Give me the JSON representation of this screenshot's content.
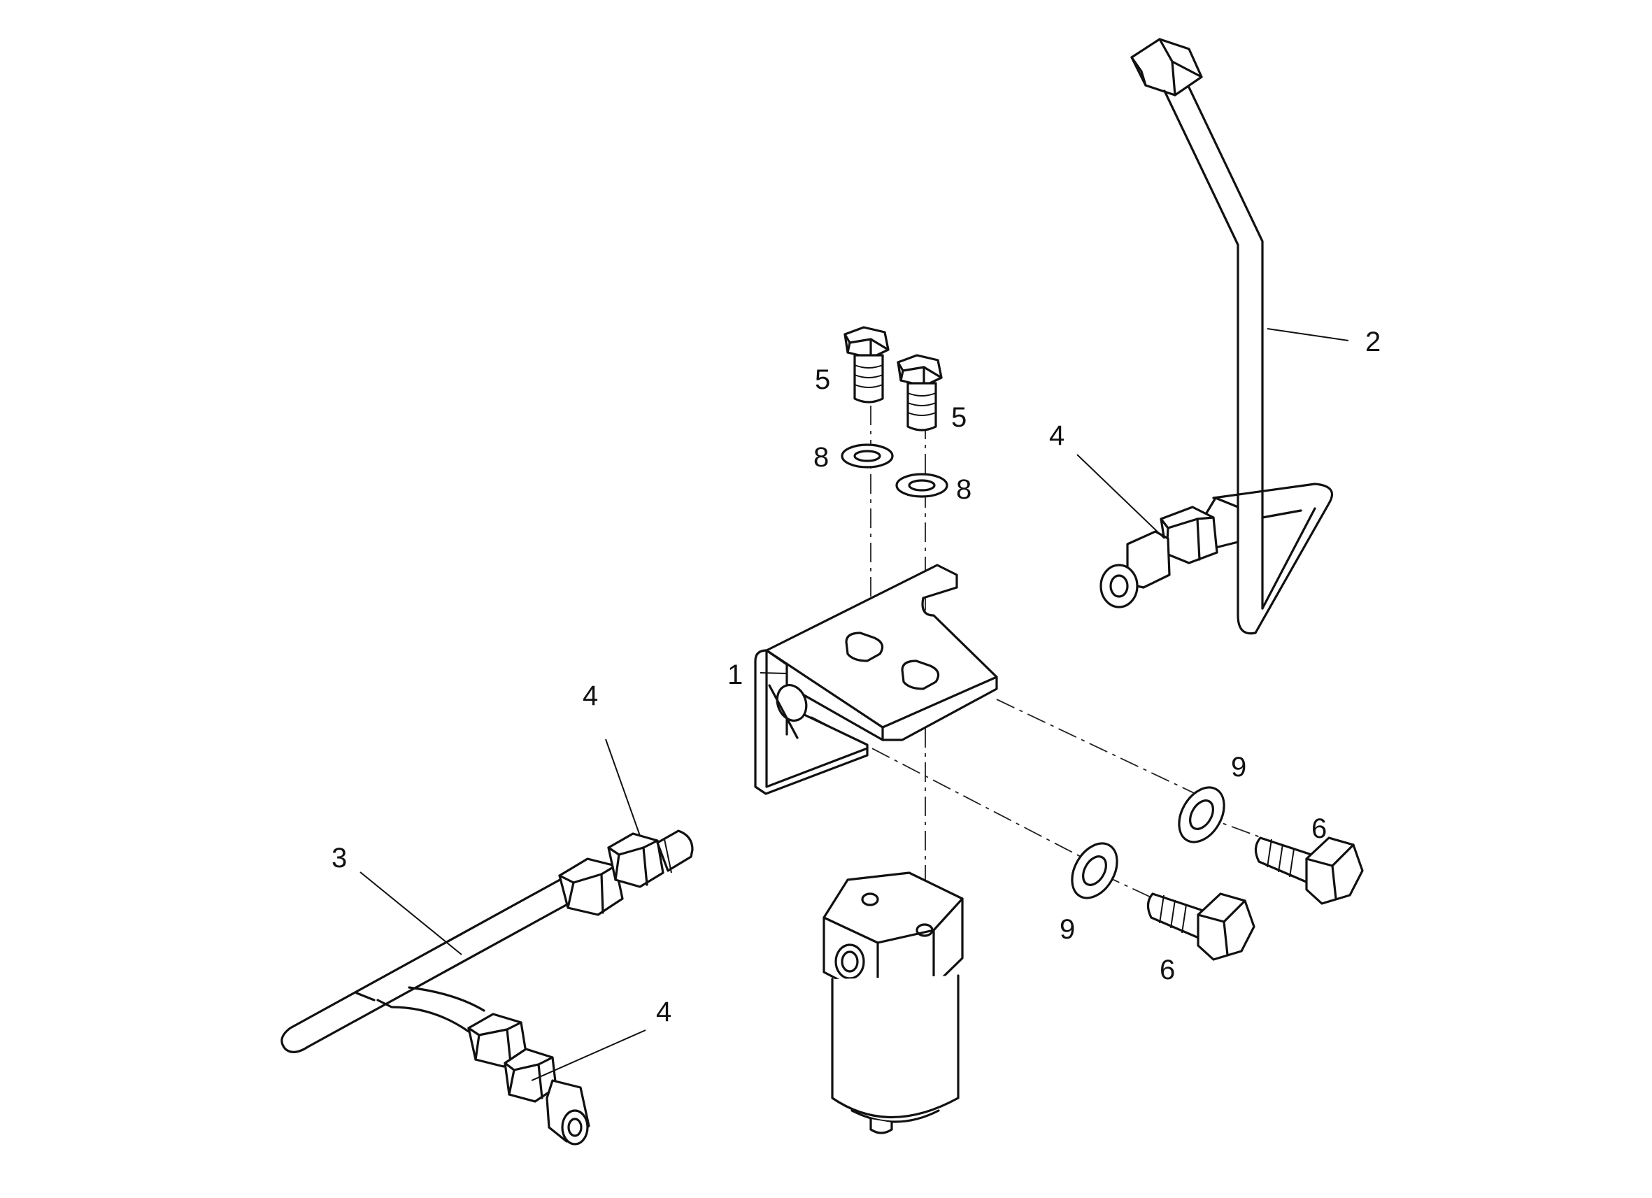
{
  "diagram": {
    "callouts": [
      {
        "id": "bracket",
        "label": "1"
      },
      {
        "id": "pipe-upper",
        "label": "2"
      },
      {
        "id": "pipe-lower",
        "label": "3"
      },
      {
        "id": "fitting-upper",
        "label": "4"
      },
      {
        "id": "fitting-lower-top",
        "label": "4"
      },
      {
        "id": "fitting-lower-bottom",
        "label": "4"
      },
      {
        "id": "bolt-top-left",
        "label": "5"
      },
      {
        "id": "bolt-top-right",
        "label": "5"
      },
      {
        "id": "bolt-side-right",
        "label": "6"
      },
      {
        "id": "bolt-side-left",
        "label": "6"
      },
      {
        "id": "washer-top-left",
        "label": "8"
      },
      {
        "id": "washer-top-right",
        "label": "8"
      },
      {
        "id": "washer-side-right",
        "label": "9"
      },
      {
        "id": "washer-side-left",
        "label": "9"
      }
    ]
  }
}
